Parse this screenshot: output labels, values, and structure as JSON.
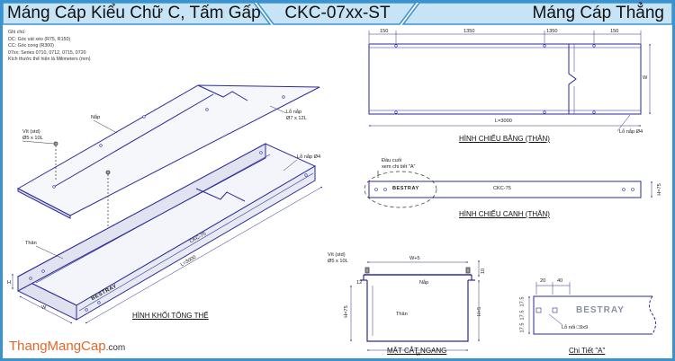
{
  "header": {
    "left_title": "Máng Cáp Kiểu Chữ C, Tấm Gấp",
    "code": "CKC-07xx-ST",
    "right_title": "Máng Cáp Thẳng",
    "accent_color": "#3a93cf",
    "banner_color": "#c7e4f6"
  },
  "notes": {
    "heading": "Ghi chú:",
    "lines": [
      "DC: Góc vát xéo (R75, R150)",
      "CC: Góc cong (R300)",
      "07xx: Series 0710, 0712, 0715, 0720",
      "Kích thước thể hiện là Milimeters (mm)"
    ]
  },
  "iso": {
    "screw": "Vít (std)",
    "screw_size": "Ø5 x 10L",
    "cover": "Nắp",
    "cover_hole": "Lỗ nắp",
    "cover_hole_size": "Ø7 x 12L",
    "body_hole": "Lỗ nắp Ø4",
    "body": "Thân",
    "model": "CKC-75",
    "length": "L=3000",
    "brand": "BESTRAY",
    "dim_h": "H",
    "dim_w": "W",
    "title": "HÌNH KHỐI TỔNG THỂ"
  },
  "plan": {
    "dim_a": "150",
    "dim_b": "1350",
    "dim_c": "1350",
    "dim_d": "150",
    "length": "L=3000",
    "width": "W",
    "hole": "Lỗ nắp Ø4",
    "title": "HÌNH CHIẾU BẰNG (THÂN)"
  },
  "side": {
    "note1": "Đầu cuối",
    "note2": "xem chi tiết \"A\"",
    "brand": "BESTRAY",
    "model": "CKC-75",
    "height": "H=75",
    "title": "HÌNH CHIẾU CẠNH (THÂN)"
  },
  "section": {
    "screw": "Vít (std)",
    "screw_size": "Ø5 x 10L",
    "top_dim": "W+5",
    "lip": "12",
    "lip_r": "10",
    "cover": "Nắp",
    "h_dim": "H=75",
    "right_dim": "H+5",
    "body": "Thân",
    "w": "W",
    "title": "MẶT CẮT NGANG"
  },
  "detail": {
    "d1": "20",
    "d2": "40",
    "d3": "17.5",
    "d4": "17.5",
    "d5": "17.5",
    "brand": "BESTRAY",
    "hole": "Lỗ nối □9x9",
    "title": "Chi Tiết \"A\""
  },
  "footer": {
    "site": "ThangMangCap",
    "tld": ".com"
  }
}
